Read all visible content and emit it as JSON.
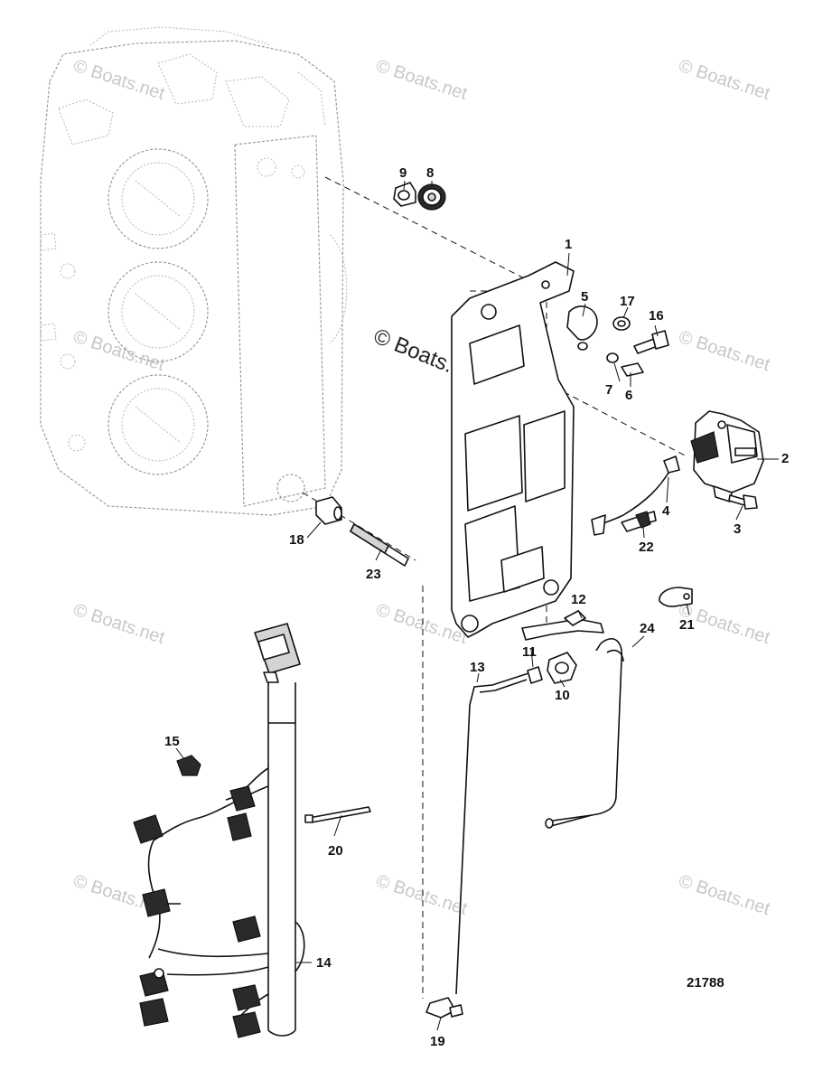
{
  "diagram": {
    "figure_number": "21788",
    "watermark": "© Boats.net",
    "callouts": [
      {
        "id": "1",
        "label": "1"
      },
      {
        "id": "2",
        "label": "2"
      },
      {
        "id": "3",
        "label": "3"
      },
      {
        "id": "4",
        "label": "4"
      },
      {
        "id": "5",
        "label": "5"
      },
      {
        "id": "6",
        "label": "6"
      },
      {
        "id": "7",
        "label": "7"
      },
      {
        "id": "8",
        "label": "8"
      },
      {
        "id": "9",
        "label": "9"
      },
      {
        "id": "10",
        "label": "10"
      },
      {
        "id": "11",
        "label": "11"
      },
      {
        "id": "12",
        "label": "12"
      },
      {
        "id": "13",
        "label": "13"
      },
      {
        "id": "14",
        "label": "14"
      },
      {
        "id": "15",
        "label": "15"
      },
      {
        "id": "16",
        "label": "16"
      },
      {
        "id": "17",
        "label": "17"
      },
      {
        "id": "18",
        "label": "18"
      },
      {
        "id": "19",
        "label": "19"
      },
      {
        "id": "20",
        "label": "20"
      },
      {
        "id": "21",
        "label": "21"
      },
      {
        "id": "22",
        "label": "22"
      },
      {
        "id": "23",
        "label": "23"
      },
      {
        "id": "24",
        "label": "24"
      }
    ]
  }
}
